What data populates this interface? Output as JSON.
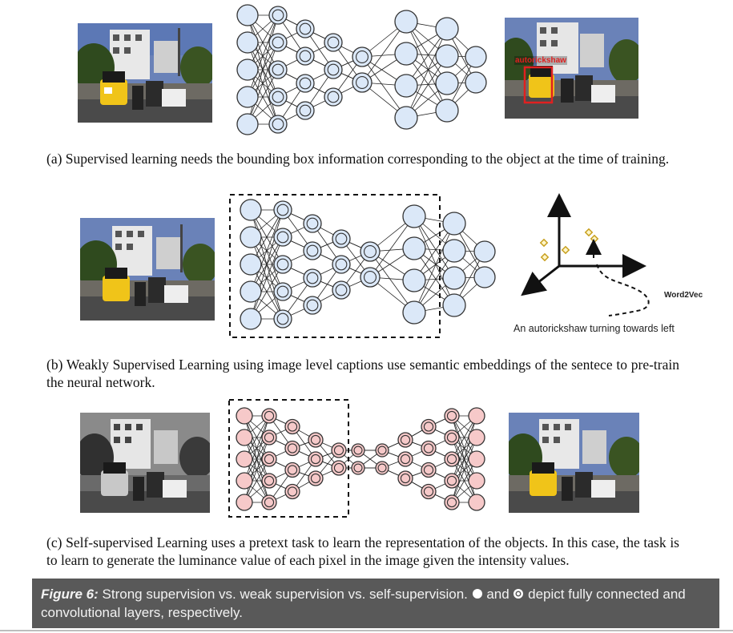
{
  "panel_a": {
    "caption": "(a) Supervised learning needs the bounding box information corresponding to the object at the time of training.",
    "box_label": "autorickshaw"
  },
  "panel_b": {
    "caption": "(b) Weakly Supervised Learning using image level captions use semantic embeddings of the sentece to pre-train the neural network.",
    "embedding_label": "Word2Vec",
    "sentence": "An autorickshaw turning towards left"
  },
  "panel_c": {
    "caption": "(c) Self-supervised Learning uses a pretext task to learn the representation of the objects. In this case, the task is to learn to generate the luminance value of each pixel in the image given the intensity values."
  },
  "figure": {
    "label": "Figure 6:",
    "text_before": " Strong supervision vs. weak supervision vs. self-supervision. ",
    "text_and": " and ",
    "text_after": " depict fully connected and convolutional layers, respectively."
  },
  "colors": {
    "fc_node_fill": "#dbe8f8",
    "conv_node_fill_pink": "#f6c9c9",
    "caption_box": "#595959",
    "bbox_red": "#e02020"
  }
}
